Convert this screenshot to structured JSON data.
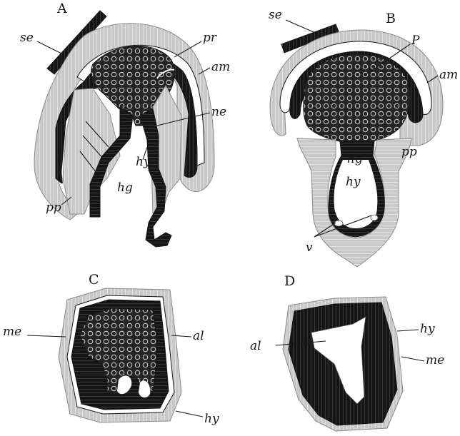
{
  "figure": {
    "panels": {
      "a": {
        "letter": "A",
        "labels": {
          "se": "se",
          "pr": "pr",
          "am": "am",
          "ne": "ne",
          "hy": "hy",
          "hg": "hg",
          "pp": "pp"
        }
      },
      "b": {
        "letter": "B",
        "labels": {
          "se": "se",
          "p": "P",
          "am": "am",
          "pp": "pp",
          "hg": "hg",
          "hy": "hy",
          "v": "v"
        }
      },
      "c": {
        "letter": "C",
        "labels": {
          "me": "me",
          "al": "al",
          "hy": "hy"
        }
      },
      "d": {
        "letter": "D",
        "labels": {
          "hy": "hy",
          "al": "al",
          "me": "me"
        }
      }
    },
    "colors": {
      "ink": "#151515",
      "cell_layer": "#9a9a9a",
      "light_layer": "#c9c9c9",
      "yolk": "#262626",
      "paper": "#ffffff"
    }
  }
}
